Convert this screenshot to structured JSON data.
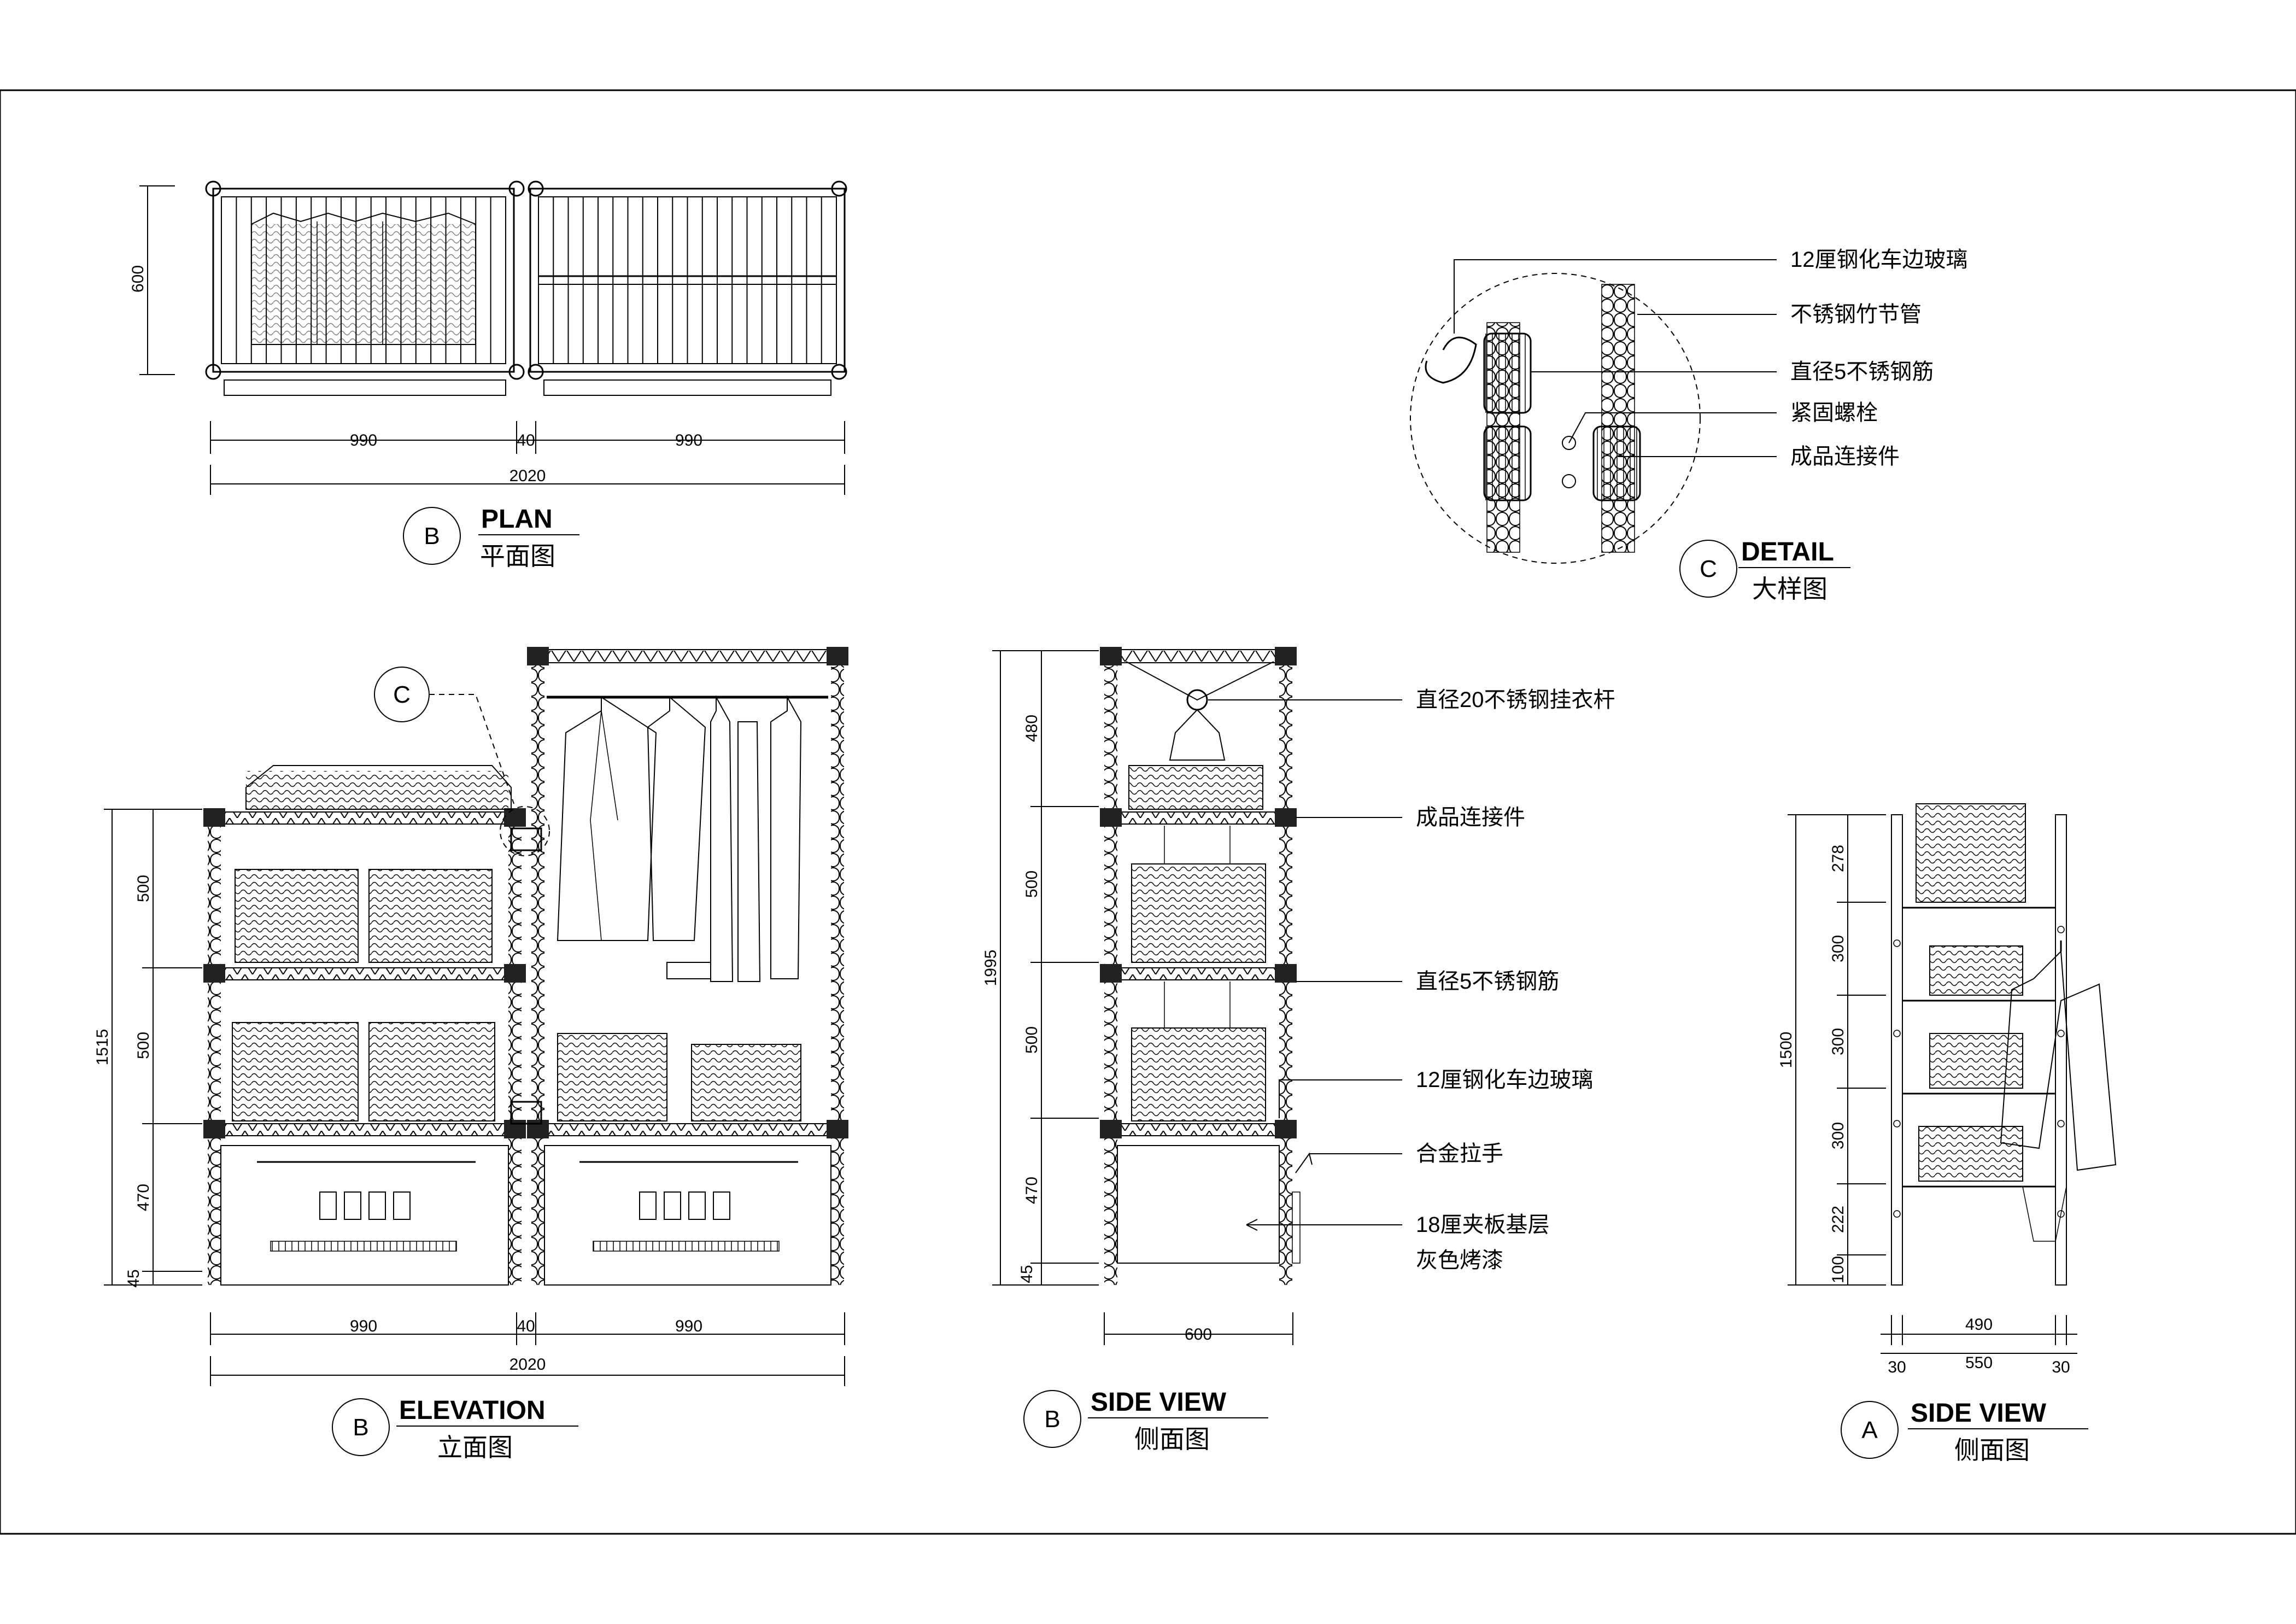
{
  "plan": {
    "bubble": "B",
    "title": "PLAN",
    "subtitle": "平面图",
    "dims": {
      "height": "600",
      "left": "990",
      "gap": "40",
      "right": "990",
      "total": "2020"
    }
  },
  "detail": {
    "bubble": "C",
    "title": "DETAIL",
    "subtitle": "大样图",
    "notes": [
      "12厘钢化车边玻璃",
      "不锈钢竹节管",
      "直径5不锈钢筋",
      "紧固螺栓",
      "成品连接件"
    ]
  },
  "elevation": {
    "bubble": "B",
    "title": "ELEVATION",
    "subtitle": "立面图",
    "callout": "C",
    "dims": {
      "total_h": "1515",
      "h1": "500",
      "h2": "500",
      "h3": "470",
      "h4": "45",
      "left": "990",
      "gap": "40",
      "right": "990",
      "total": "2020"
    }
  },
  "side_b": {
    "bubble": "B",
    "title": "SIDE VIEW",
    "subtitle": "侧面图",
    "dims": {
      "total_h": "1995",
      "h1": "480",
      "h2": "500",
      "h3": "500",
      "h4": "470",
      "h5": "45",
      "width": "600"
    },
    "notes": [
      "直径20不锈钢挂衣杆",
      "成品连接件",
      "直径5不锈钢筋",
      "12厘钢化车边玻璃",
      "合金拉手",
      "18厘夹板基层",
      "灰色烤漆"
    ]
  },
  "side_a": {
    "bubble": "A",
    "title": "SIDE VIEW",
    "subtitle": "侧面图",
    "dims": {
      "total_h": "1500",
      "h1": "278",
      "h2": "300",
      "h3": "300",
      "h4": "300",
      "h5": "222",
      "h6": "100",
      "inner": "490",
      "left": "30",
      "mid": "550",
      "right": "30"
    }
  }
}
